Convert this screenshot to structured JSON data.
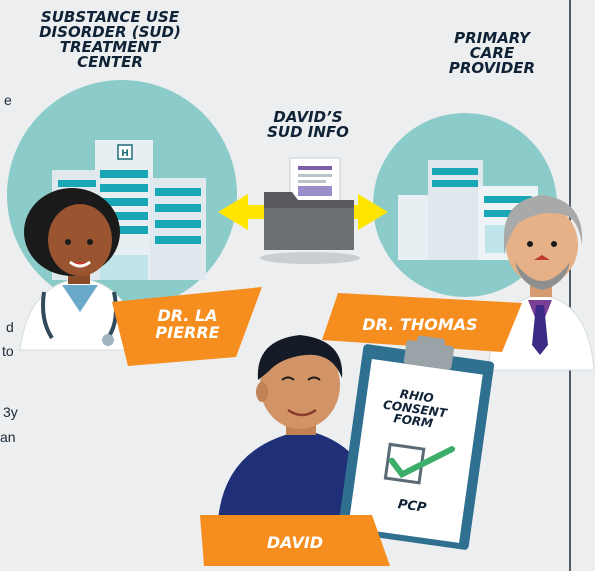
{
  "labels": {
    "sud_center": [
      "SUBSTANCE USE",
      "DISORDER (SUD)",
      "TREATMENT",
      "CENTER"
    ],
    "primary_care": [
      "PRIMARY",
      "CARE",
      "PROVIDER"
    ],
    "davids_info": [
      "DAVID’S",
      "SUD INFO"
    ]
  },
  "people": {
    "dr_la_pierre": [
      "DR. LA",
      "PIERRE"
    ],
    "dr_thomas": "DR. THOMAS",
    "david": "DAVID"
  },
  "consent_form": {
    "title": [
      "RHIO",
      "CONSENT",
      "FORM"
    ],
    "selection": "PCP"
  },
  "clipped_text": {
    "fragment_1": "e",
    "fragment_2": "d",
    "fragment_3": "to",
    "fragment_4": "3y",
    "fragment_5": "an"
  },
  "colors": {
    "background": "#eceeef",
    "circle": "#8bcbc9",
    "banner": "#f58e1e",
    "arrow": "#ffe500",
    "text_dark": "#0f2236",
    "check": "#3dae6a"
  }
}
